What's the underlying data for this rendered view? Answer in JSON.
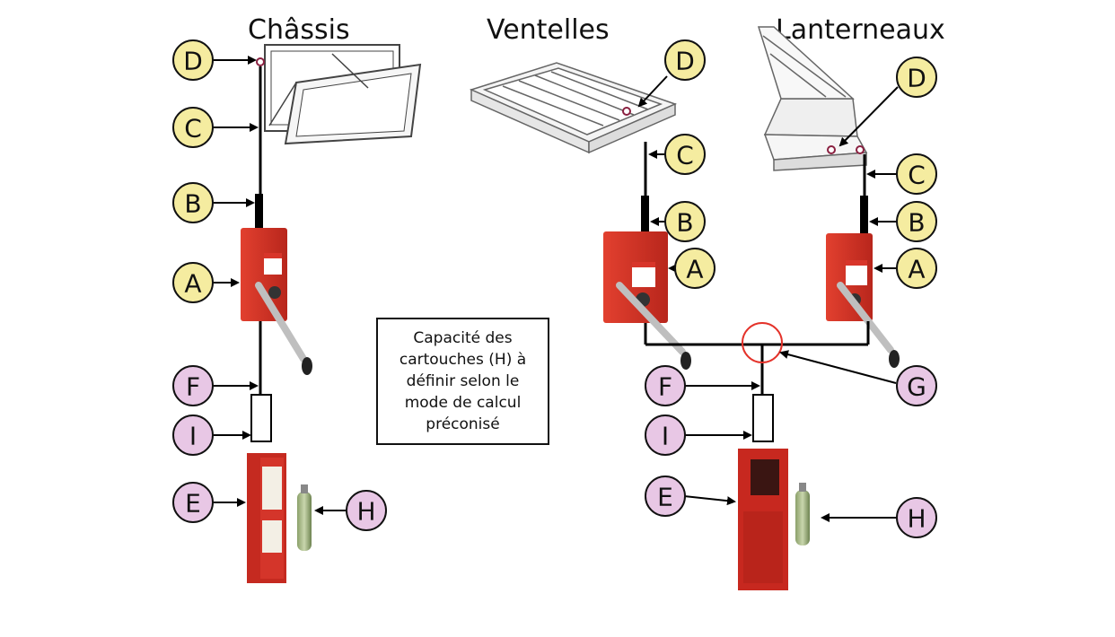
{
  "titles": {
    "chassis": "Châssis",
    "ventelles": "Ventelles",
    "lanterneaux": "Lanterneaux"
  },
  "note": "Capacité des\ncartouches (H) à\ndéfinir selon le\nmode de calcul\npréconisé",
  "letters": {
    "A": "A",
    "B": "B",
    "C": "C",
    "D": "D",
    "E": "E",
    "F": "F",
    "G": "G",
    "H": "H",
    "I": "I"
  },
  "colors": {
    "yellow_label": "#f5eca0",
    "pink_label": "#e8c7e5",
    "red_box": "#d8352a",
    "circle_marker": "#e4322a"
  }
}
